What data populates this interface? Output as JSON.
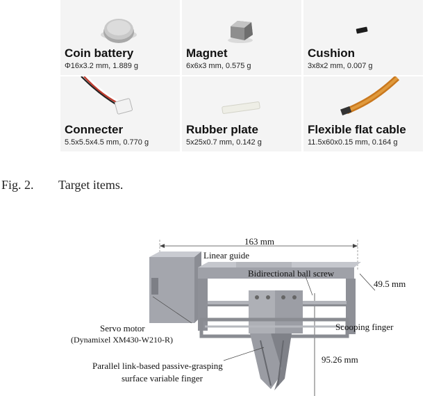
{
  "items": [
    {
      "name": "Coin battery",
      "spec": "Φ16x3.2 mm, 1.889 g",
      "icon": "coin-battery-icon"
    },
    {
      "name": "Magnet",
      "spec": "6x6x3 mm, 0.575 g",
      "icon": "magnet-icon"
    },
    {
      "name": "Cushion",
      "spec": "3x8x2 mm, 0.007 g",
      "icon": "cushion-icon"
    },
    {
      "name": "Connecter",
      "spec": "5.5x5.5x4.5 mm, 0.770 g",
      "icon": "connector-icon"
    },
    {
      "name": "Rubber plate",
      "spec": "5x25x0.7 mm, 0.142 g",
      "icon": "rubber-plate-icon"
    },
    {
      "name": "Flexible flat cable",
      "spec": "11.5x60x0.15 mm, 0.164 g",
      "icon": "flat-cable-icon"
    }
  ],
  "caption": {
    "number": "Fig. 2.",
    "text": "Target items."
  },
  "figure": {
    "dim_width": "163 mm",
    "dim_depth": "49.5 mm",
    "dim_height": "95.26 mm",
    "linear_guide": "Linear guide",
    "ball_screw": "Bidirectional ball screw",
    "servo_motor": "Servo motor",
    "servo_model": "(Dynamixel XM430-W210-R)",
    "scooping_finger": "Scooping finger",
    "parallel_finger_line1": "Parallel link-based passive-grasping",
    "parallel_finger_line2": "surface variable finger"
  }
}
